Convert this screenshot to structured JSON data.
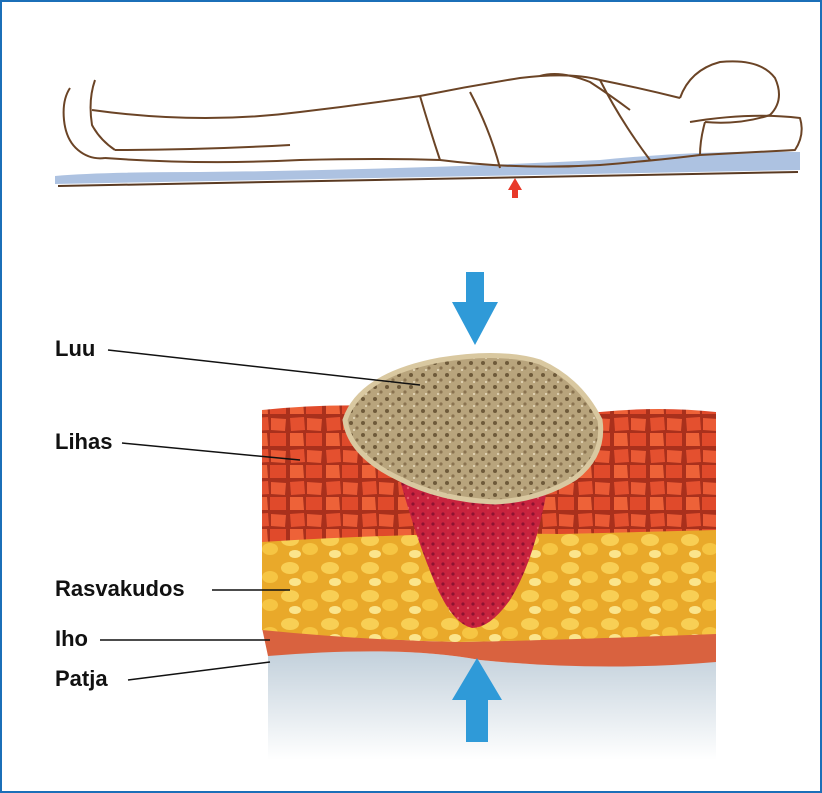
{
  "labels": {
    "bone": "Luu",
    "muscle": "Lihas",
    "fat": "Rasvakudos",
    "skin": "Iho",
    "mattress": "Patja"
  },
  "colors": {
    "frame": "#1b6fb8",
    "arrow": "#2f9ad8",
    "pressure_arrow": "#e8392a",
    "bone": "#b9a57e",
    "muscle": "#e2492d",
    "fat": "#f4c23a",
    "skin": "#d9623f",
    "mattress": "#c9d5de",
    "necrosis": "#c8233e"
  },
  "icons": {
    "top_arrow": "down-arrow-icon",
    "bottom_arrow": "up-arrow-icon",
    "pressure_marker": "up-arrow-icon"
  }
}
